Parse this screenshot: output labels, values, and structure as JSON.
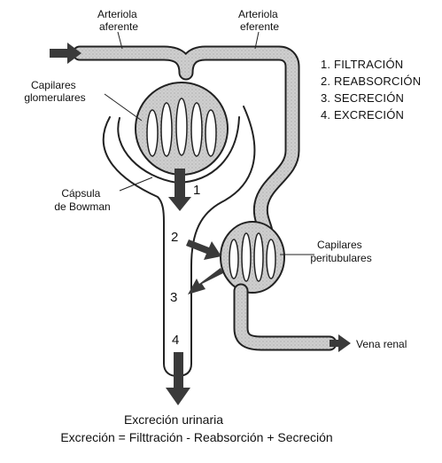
{
  "labels": {
    "arteriola_aferente": [
      "Arteriola",
      "aferente"
    ],
    "arteriola_eferente": [
      "Arteriola",
      "eferente"
    ],
    "capilares_glomerulares": [
      "Capilares",
      "glomerulares"
    ],
    "capsula_bowman": [
      "Cápsula",
      "de Bowman"
    ],
    "capilares_peritubulares": [
      "Capilares",
      "peritubulares"
    ],
    "vena_renal": "Vena renal"
  },
  "legend": [
    "1. FILTRACIÓN",
    "2. REABSORCIÓN",
    "3. SECRECIÓN",
    "4. EXCRECIÓN"
  ],
  "process_numbers": [
    "1",
    "2",
    "3",
    "4"
  ],
  "caption": {
    "title": "Excreción urinaria",
    "formula": "Excreción = Filttración - Reabsorción + Secreción"
  },
  "colors": {
    "vessel_fill": "#c8c8c8",
    "outline": "#222222",
    "arrow": "#3a3a3a",
    "background": "#ffffff"
  }
}
